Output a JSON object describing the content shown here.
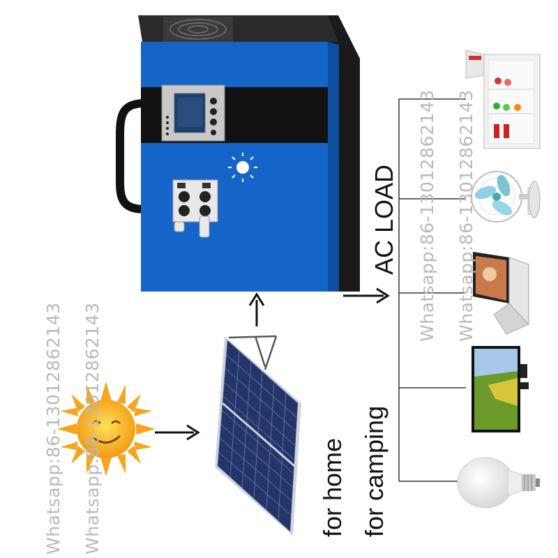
{
  "diagram": {
    "watermark": "Whatsapp:86-13012862143",
    "label_ac_load": "AC LOAD",
    "label_home": "for home",
    "label_camping": "for camping"
  },
  "colors": {
    "station_blue": "#1565c8",
    "station_dark": "#151515",
    "sun_yellow": "#f7a51c",
    "panel_blue": "#24356a",
    "watermark_gray": "#b9b9b9"
  },
  "icons": {
    "sun": "sun-icon",
    "station": "power-station-icon",
    "panel": "solar-panel-icon",
    "loads": [
      "fridge-icon",
      "fan-icon",
      "laptop-icon",
      "tv-icon",
      "bulb-icon"
    ]
  }
}
